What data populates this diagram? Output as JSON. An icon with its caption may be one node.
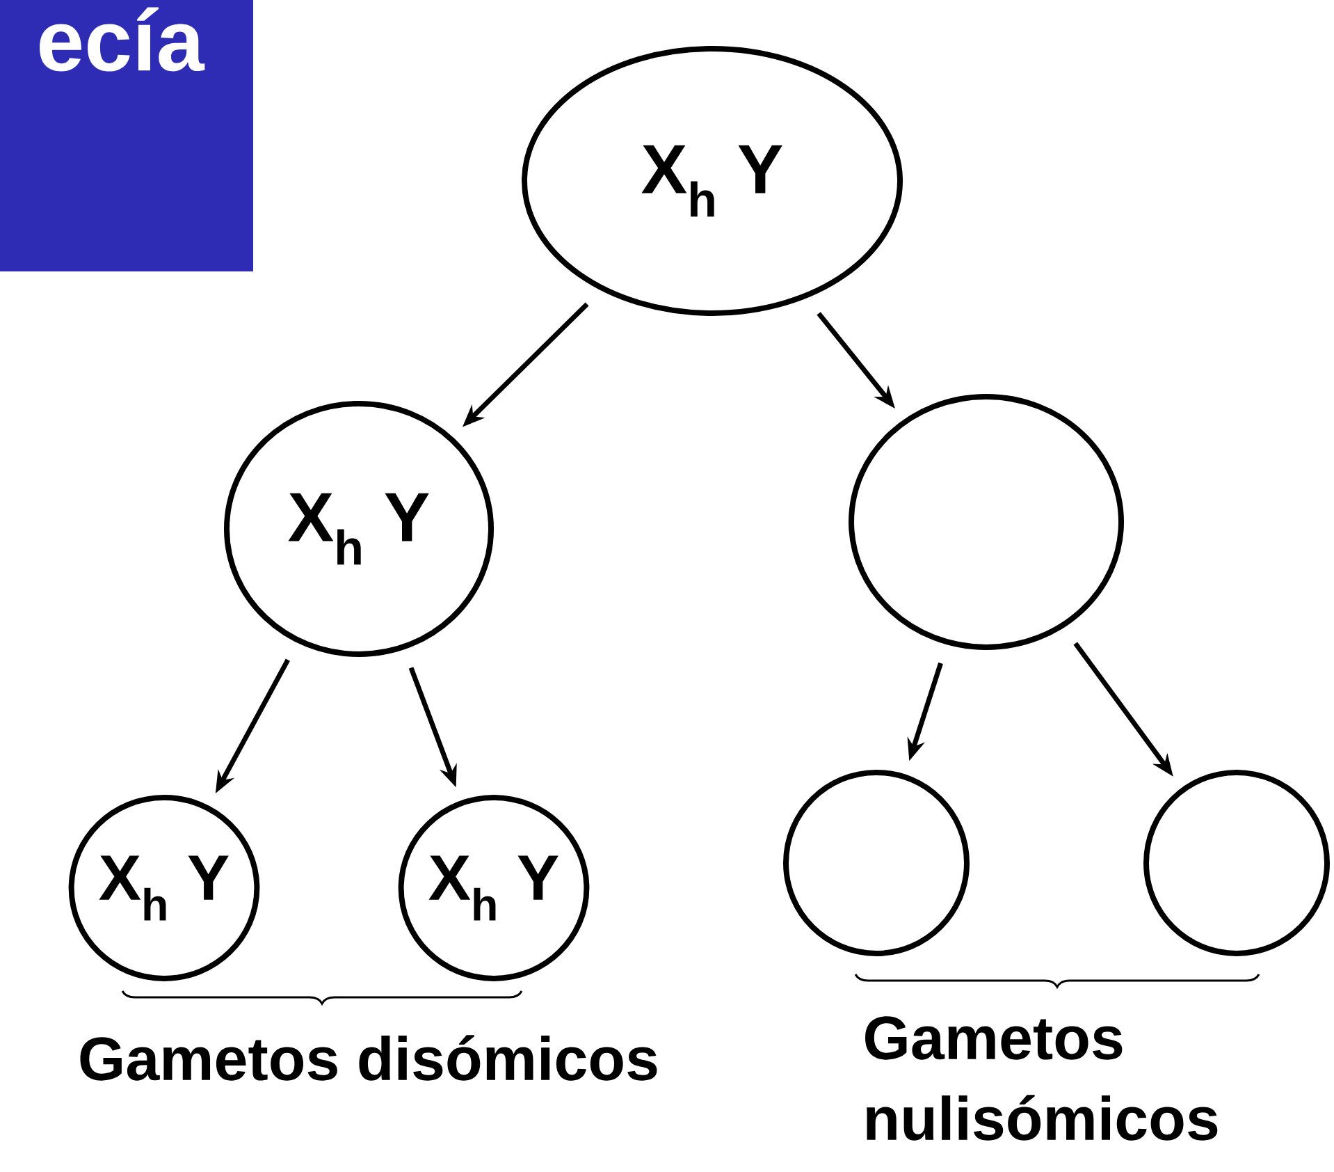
{
  "diagram": {
    "title": "ecía",
    "nodes": [
      {
        "text": [
          "X$_{h}$ Y"
        ]
      },
      {
        "text": [
          "X$_{h}$ Y"
        ]
      },
      {
        "text": [],
        "shape": "circle"
      },
      {
        "text": [
          "X$_{h}$ Y"
        ]
      },
      {
        "text": [
          "X$_{h}$ Y"
        ]
      },
      {
        "text": [],
        "shape": "circle"
      },
      {
        "text": [],
        "shape": "circle"
      }
    ],
    "edges": [
      {
        "from": 0,
        "to": 1,
        "arrow": "to"
      },
      {
        "from": 0,
        "to": 2,
        "arrow": "to"
      },
      {
        "from": 1,
        "to": 3,
        "arrow": "to"
      },
      {
        "from": 1,
        "to": 4,
        "arrow": "to"
      },
      {
        "from": 2,
        "to": 5,
        "arrow": "to"
      },
      {
        "from": 2,
        "to": 6,
        "arrow": "to"
      }
    ],
    "labels": [
      "Gametos disómicos",
      "Gametos nulisómicos"
    ]
  }
}
